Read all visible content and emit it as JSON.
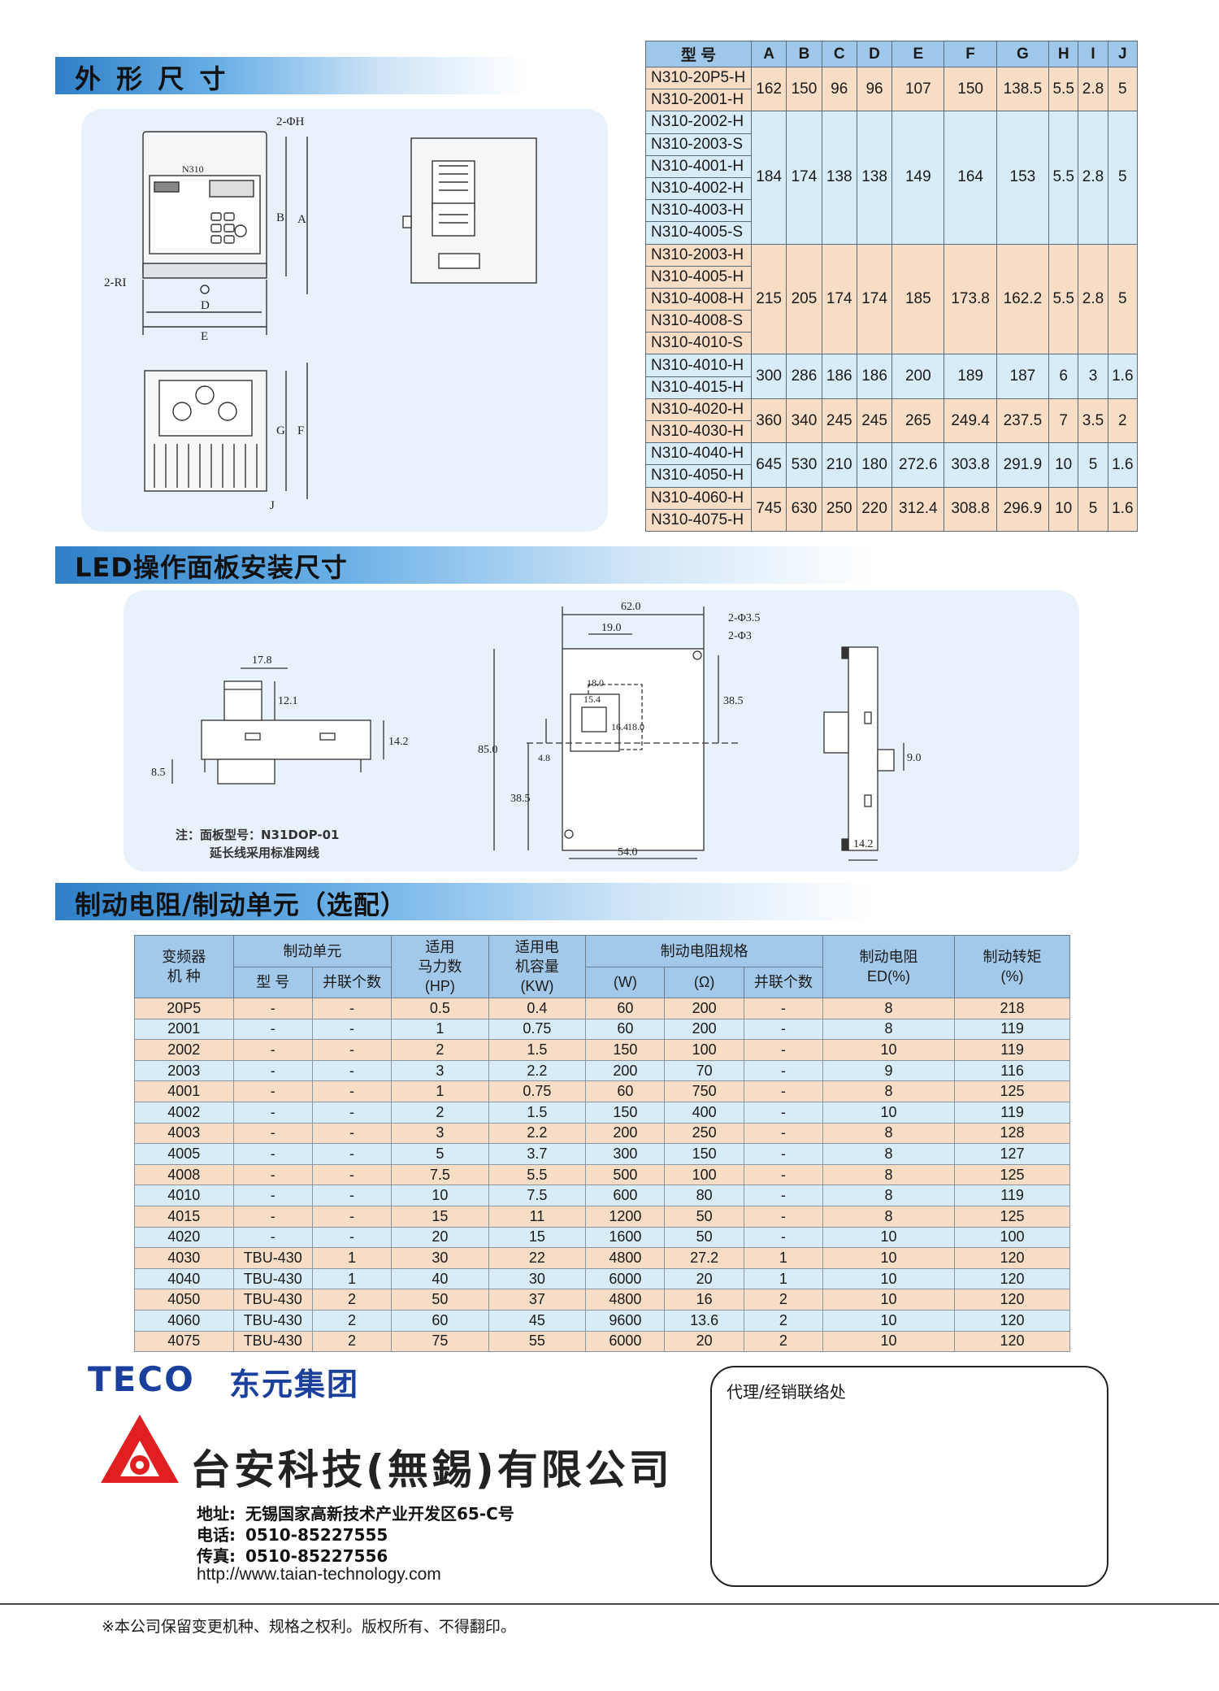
{
  "sections": {
    "outline": "外 形 尺 寸",
    "led": "LED操作面板安装尺寸",
    "brake": "制动电阻/制动单元（选配）"
  },
  "drawing_labels": {
    "hole_top": "2-ΦH",
    "hole_side": "2-RI",
    "brand_small": "N310",
    "dim_letters": [
      "A",
      "B",
      "D",
      "E",
      "F",
      "G",
      "J"
    ]
  },
  "led_labels": {
    "side_w": "17.8",
    "side_knob": "12.1",
    "side_h": "14.2",
    "side_base": "8.5",
    "front_w": "62.0",
    "front_19": "19.0",
    "hole1": "2-Φ3.5",
    "hole2": "2-Φ3",
    "front_18": "18.0",
    "front_154": "15.4",
    "front_164": "16.4",
    "front_180v": "18.0",
    "front_385r": "38.5",
    "front_85": "85.0",
    "front_48": "4.8",
    "front_385l": "38.5",
    "front_54": "54.0",
    "right_90": "9.0",
    "right_142": "14.2"
  },
  "led_note": {
    "line1": "注：面板型号：N31DOP-01",
    "line2": "延长线采用标准网线"
  },
  "dim_table": {
    "headers": [
      "型  号",
      "A",
      "B",
      "C",
      "D",
      "E",
      "F",
      "G",
      "H",
      "I",
      "J"
    ],
    "groups": [
      {
        "models": [
          "N310-20P5-H",
          "N310-2001-H"
        ],
        "values": [
          "162",
          "150",
          "96",
          "96",
          "107",
          "150",
          "138.5",
          "5.5",
          "2.8",
          "5"
        ]
      },
      {
        "models": [
          "N310-2002-H",
          "N310-2003-S",
          "N310-4001-H",
          "N310-4002-H",
          "N310-4003-H",
          "N310-4005-S"
        ],
        "values": [
          "184",
          "174",
          "138",
          "138",
          "149",
          "164",
          "153",
          "5.5",
          "2.8",
          "5"
        ]
      },
      {
        "models": [
          "N310-2003-H",
          "N310-4005-H",
          "N310-4008-H",
          "N310-4008-S",
          "N310-4010-S"
        ],
        "values": [
          "215",
          "205",
          "174",
          "174",
          "185",
          "173.8",
          "162.2",
          "5.5",
          "2.8",
          "5"
        ]
      },
      {
        "models": [
          "N310-4010-H",
          "N310-4015-H"
        ],
        "values": [
          "300",
          "286",
          "186",
          "186",
          "200",
          "189",
          "187",
          "6",
          "3",
          "1.6"
        ]
      },
      {
        "models": [
          "N310-4020-H",
          "N310-4030-H"
        ],
        "values": [
          "360",
          "340",
          "245",
          "245",
          "265",
          "249.4",
          "237.5",
          "7",
          "3.5",
          "2"
        ]
      },
      {
        "models": [
          "N310-4040-H",
          "N310-4050-H"
        ],
        "values": [
          "645",
          "530",
          "210",
          "180",
          "272.6",
          "303.8",
          "291.9",
          "10",
          "5",
          "1.6"
        ]
      },
      {
        "models": [
          "N310-4060-H",
          "N310-4075-H"
        ],
        "values": [
          "745",
          "630",
          "250",
          "220",
          "312.4",
          "308.8",
          "296.9",
          "10",
          "5",
          "1.6"
        ]
      }
    ]
  },
  "brake_table": {
    "h_model": "变频器\n机   种",
    "h_unit": "制动单元",
    "h_unit_type": "型   号",
    "h_unit_par": "并联个数",
    "h_hp": "适用\n马力数\n(HP)",
    "h_kw": "适用电\n机容量\n(KW)",
    "h_res": "制动电阻规格",
    "h_w": "(W)",
    "h_ohm": "(Ω)",
    "h_res_par": "并联个数",
    "h_ed": "制动电阻\nED(%)",
    "h_torque": "制动转矩\n(%)",
    "rows": [
      [
        "20P5",
        "-",
        "-",
        "0.5",
        "0.4",
        "60",
        "200",
        "-",
        "8",
        "218"
      ],
      [
        "2001",
        "-",
        "-",
        "1",
        "0.75",
        "60",
        "200",
        "-",
        "8",
        "119"
      ],
      [
        "2002",
        "-",
        "-",
        "2",
        "1.5",
        "150",
        "100",
        "-",
        "10",
        "119"
      ],
      [
        "2003",
        "-",
        "-",
        "3",
        "2.2",
        "200",
        "70",
        "-",
        "9",
        "116"
      ],
      [
        "4001",
        "-",
        "-",
        "1",
        "0.75",
        "60",
        "750",
        "-",
        "8",
        "125"
      ],
      [
        "4002",
        "-",
        "-",
        "2",
        "1.5",
        "150",
        "400",
        "-",
        "10",
        "119"
      ],
      [
        "4003",
        "-",
        "-",
        "3",
        "2.2",
        "200",
        "250",
        "-",
        "8",
        "128"
      ],
      [
        "4005",
        "-",
        "-",
        "5",
        "3.7",
        "300",
        "150",
        "-",
        "8",
        "127"
      ],
      [
        "4008",
        "-",
        "-",
        "7.5",
        "5.5",
        "500",
        "100",
        "-",
        "8",
        "125"
      ],
      [
        "4010",
        "-",
        "-",
        "10",
        "7.5",
        "600",
        "80",
        "-",
        "8",
        "119"
      ],
      [
        "4015",
        "-",
        "-",
        "15",
        "11",
        "1200",
        "50",
        "-",
        "8",
        "125"
      ],
      [
        "4020",
        "-",
        "-",
        "20",
        "15",
        "1600",
        "50",
        "-",
        "10",
        "100"
      ],
      [
        "4030",
        "TBU-430",
        "1",
        "30",
        "22",
        "4800",
        "27.2",
        "1",
        "10",
        "120"
      ],
      [
        "4040",
        "TBU-430",
        "1",
        "40",
        "30",
        "6000",
        "20",
        "1",
        "10",
        "120"
      ],
      [
        "4050",
        "TBU-430",
        "2",
        "50",
        "37",
        "4800",
        "16",
        "2",
        "10",
        "120"
      ],
      [
        "4060",
        "TBU-430",
        "2",
        "60",
        "45",
        "9600",
        "13.6",
        "2",
        "10",
        "120"
      ],
      [
        "4075",
        "TBU-430",
        "2",
        "75",
        "55",
        "6000",
        "20",
        "2",
        "10",
        "120"
      ]
    ]
  },
  "footer": {
    "teco": "TECO",
    "teco_cn": "东元集团",
    "company": "台安科技(無錫)有限公司",
    "addr_label": "地址:",
    "addr": "无锡国家高新技术产业开发区65-C号",
    "tel_label": "电话:",
    "tel": "0510-85227555",
    "fax_label": "传真:",
    "fax": "0510-85227556",
    "url": "http://www.taian-technology.com",
    "agent": "代理/经销联络处",
    "notice": "※本公司保留变更机种、规格之权利。版权所有、不得翻印。"
  },
  "colors": {
    "accent": "#2f80c8",
    "row_warm": "#f7dcc6",
    "row_cool": "#d8ecf7",
    "logo_red": "#e02020"
  }
}
